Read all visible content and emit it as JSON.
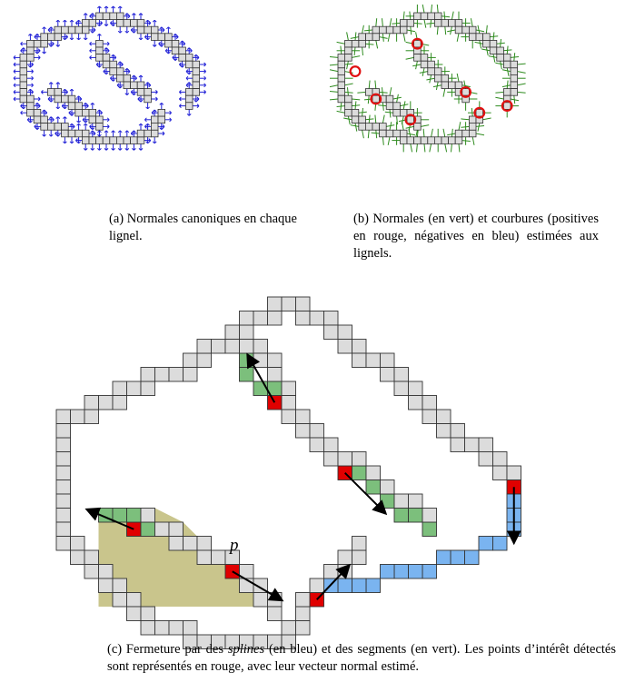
{
  "figure": {
    "panel_a": {
      "caption": "(a) Normales canoniques en chaque lignel."
    },
    "panel_b": {
      "caption": "(b) Normales (en vert) et courbures (positives en rouge, négatives en bleu) estimées aux lignels."
    },
    "panel_c": {
      "caption_part1": "(c) Fermeture par des ",
      "caption_italic": "splines",
      "caption_part2": " (en bleu) et des segments (en vert). Les points d’intérêt détectés sont représentés en rouge, avec leur vecteur normal estimé.",
      "point_label": "p"
    }
  },
  "colors": {
    "pixel_fill": "#dcdcdc",
    "pixel_stroke": "#333333",
    "canonical_normal": "#1f1fd6",
    "estimated_normal": "#2e8b1e",
    "curvature_positive": "#e01010",
    "spline_fill": "#7ab4f0",
    "segment_fill": "#7cbf7c",
    "interest_point": "#e00000",
    "filled_region": "#c9c58c",
    "arrow": "#000000"
  }
}
